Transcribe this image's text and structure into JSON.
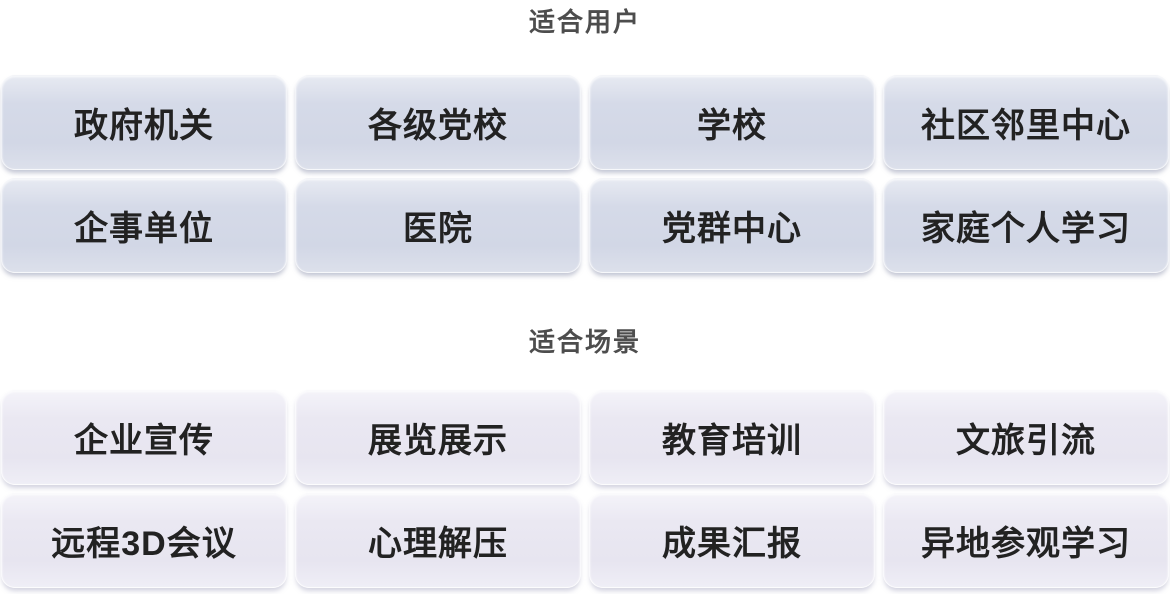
{
  "colors": {
    "page_background": "#ffffff",
    "heading_text": "#4d4d4d",
    "tile_text": "#222222",
    "users_tile_base": "#d3d8e7",
    "scenes_tile_base": "#e8e6f1"
  },
  "sections": [
    {
      "title": "适合用户",
      "tiles": [
        "政府机关",
        "各级党校",
        "学校",
        "社区邻里中心",
        "企事单位",
        "医院",
        "党群中心",
        "家庭个人学习"
      ]
    },
    {
      "title": "适合场景",
      "tiles": [
        "企业宣传",
        "展览展示",
        "教育培训",
        "文旅引流",
        "远程3D会议",
        "心理解压",
        "成果汇报",
        "异地参观学习"
      ]
    }
  ]
}
